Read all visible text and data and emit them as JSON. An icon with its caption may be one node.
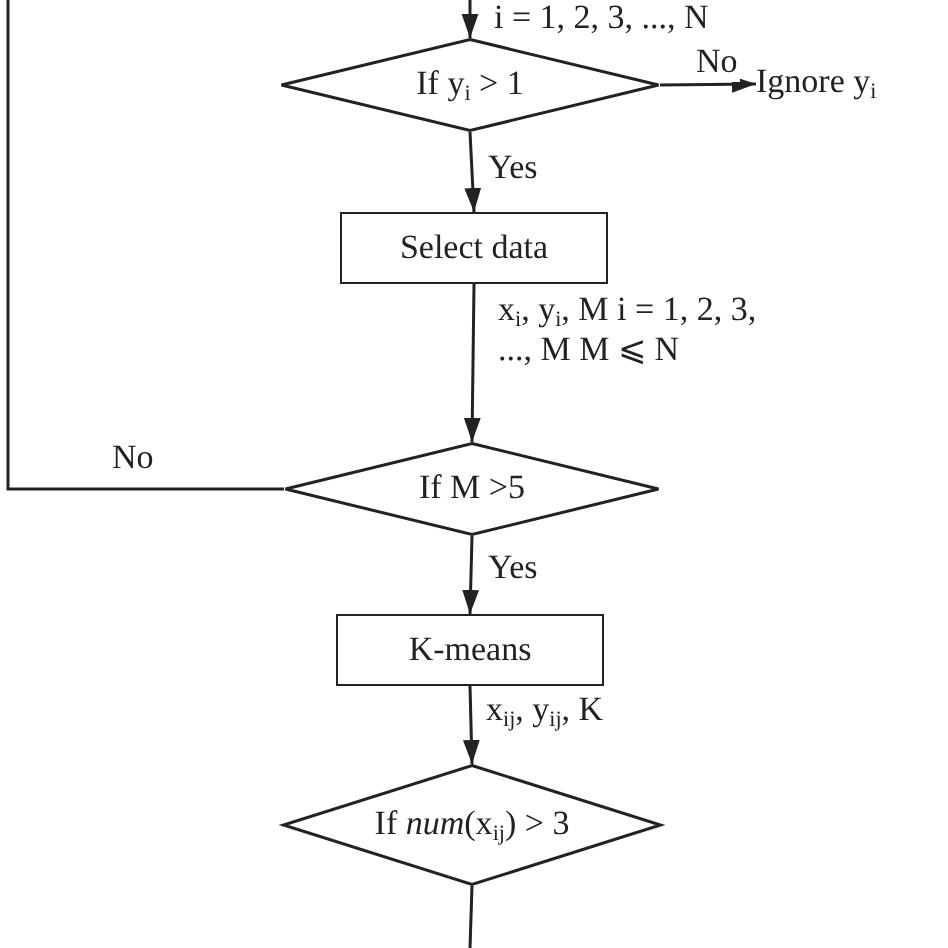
{
  "diagram": {
    "nodes": [
      {
        "text": [
          "If y$_{i}$ > 1"
        ]
      },
      {
        "text": [
          "Ignore y$_{i}$"
        ]
      },
      {
        "text": [
          "Select data"
        ]
      },
      {
        "text": [
          "If M >5"
        ]
      },
      {
        "text": [
          "K-means"
        ]
      },
      {
        "text": [
          "If *num*(x$_{ij}$) > 3"
        ]
      }
    ],
    "edges": [
      {
        "from": null,
        "to": 0,
        "arrow": "to",
        "label": "i = 1, 2, 3, ..., N"
      },
      {
        "from": 0,
        "to": 1,
        "arrow": "to",
        "label": "No"
      },
      {
        "from": 0,
        "to": 2,
        "arrow": "to",
        "label": "Yes"
      },
      {
        "from": 2,
        "to": 3,
        "arrow": "to",
        "label": "x$_{i}$, y$_{i}$, M i = 1, 2, 3, ..., M M ⩽ N"
      },
      {
        "from": 3,
        "to": null,
        "arrow": "none",
        "label": "No"
      },
      {
        "from": 3,
        "to": 4,
        "arrow": "to",
        "label": "Yes"
      },
      {
        "from": 4,
        "to": 5,
        "arrow": "to",
        "label": "x$_{ij}$, y$_{ij}$, K"
      },
      {
        "from": 5,
        "to": null,
        "arrow": "none"
      }
    ]
  }
}
